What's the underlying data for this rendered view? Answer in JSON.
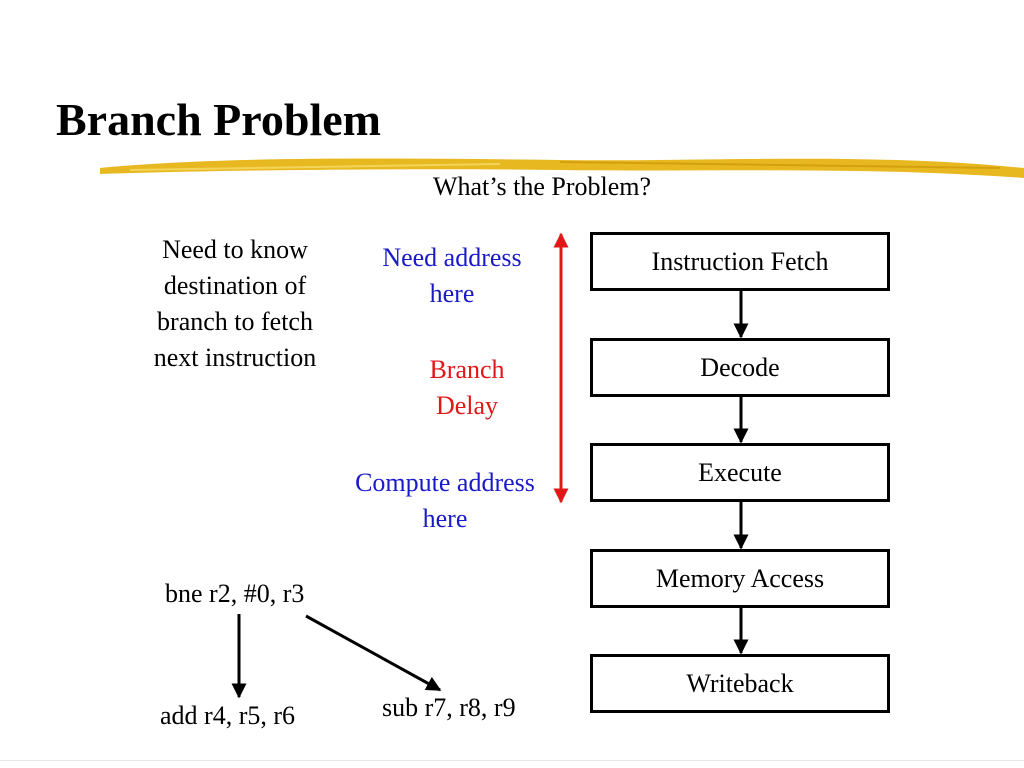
{
  "slide": {
    "title": "Branch Problem",
    "subtitle": "What’s the Problem?"
  },
  "note": "Need to know destination of branch to fetch next instruction",
  "labels": {
    "need_address": "Need address here",
    "branch_delay": "Branch Delay",
    "compute_address": "Compute address here"
  },
  "pipeline": {
    "stages": [
      "Instruction Fetch",
      "Decode",
      "Execute",
      "Memory Access",
      "Writeback"
    ]
  },
  "code": {
    "branch": "bne r2, #0, r3",
    "fallthrough": "add r4, r5, r6",
    "target": "sub r7, r8, r9"
  },
  "colors": {
    "accent_underline": "#e8b820",
    "label_blue": "#1a1ac8",
    "label_red": "#e01818"
  }
}
